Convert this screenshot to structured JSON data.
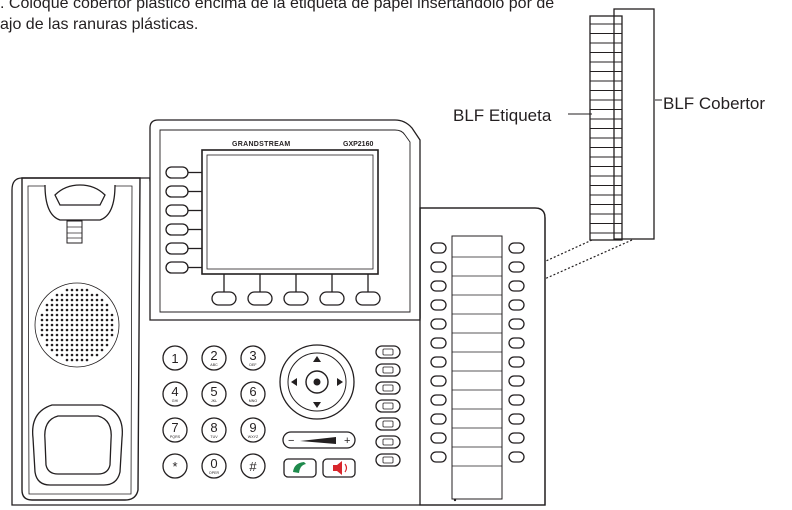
{
  "instructions": {
    "line1": ". Coloque cobertor plástico encima de la etiqueta de papel insertándolo por de",
    "line2": "ajo de las ranuras plásticas."
  },
  "labels": {
    "blf_etiqueta": "BLF Etiqueta",
    "blf_cobertor": "BLF Cobertor"
  },
  "phone": {
    "brand": "GRANDSTREAM",
    "model": "GXP2160"
  },
  "keypad": [
    {
      "digit": "1",
      "letters": ""
    },
    {
      "digit": "2",
      "letters": "ABC"
    },
    {
      "digit": "3",
      "letters": "DEF"
    },
    {
      "digit": "4",
      "letters": "GHI"
    },
    {
      "digit": "5",
      "letters": "JKL"
    },
    {
      "digit": "6",
      "letters": "MNO"
    },
    {
      "digit": "7",
      "letters": "PQRS"
    },
    {
      "digit": "8",
      "letters": "TUV"
    },
    {
      "digit": "9",
      "letters": "WXYZ"
    },
    {
      "digit": "*",
      "letters": ""
    },
    {
      "digit": "0",
      "letters": "OPER"
    },
    {
      "digit": "#",
      "letters": ""
    }
  ],
  "volume": {
    "minus": "−",
    "plus": "+"
  }
}
